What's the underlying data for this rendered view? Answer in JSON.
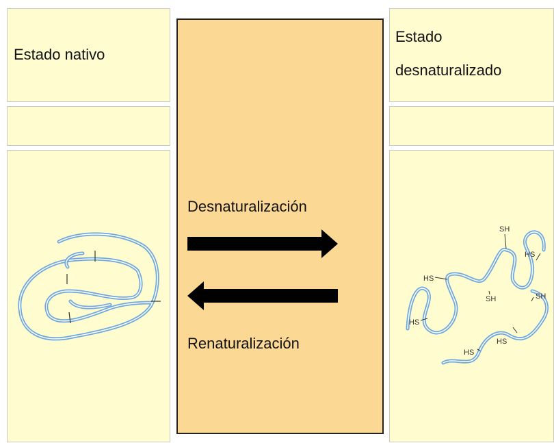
{
  "header": {
    "native_label": "Estado nativo",
    "denatured_label_line1": "Estado",
    "denatured_label_line2": "desnaturalizado"
  },
  "center": {
    "forward_label": "Desnaturalización",
    "reverse_label": "Renaturalización"
  },
  "denatured_protein": {
    "group_labels": [
      "SH",
      "HS",
      "HS",
      "SH",
      "SH",
      "HS",
      "HS",
      "HS"
    ]
  },
  "colors": {
    "cell_background": "#fffcd0",
    "center_background": "#fbd994",
    "arrow": "#000000",
    "chain": "#6fa8dc"
  }
}
